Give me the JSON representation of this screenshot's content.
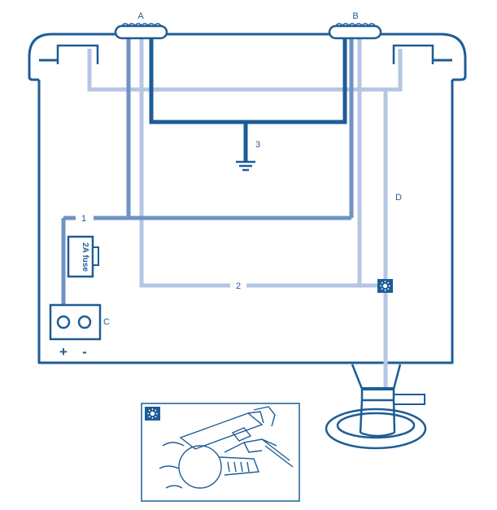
{
  "labels": {
    "connector_a": "A",
    "connector_b": "B",
    "ground": "3",
    "wire_1": "1",
    "wire_2": "2",
    "wire_d": "D",
    "socket": "C",
    "fuse": "2A fuse",
    "plus": "+",
    "minus": "-"
  },
  "icons": {
    "junction": "sun-icon",
    "ground": "ground-symbol-icon"
  },
  "colors": {
    "dark_blue": "#1d5c96",
    "mid_blue": "#6f92c3",
    "light_blue": "#b4c6e3",
    "background": "#ffffff"
  }
}
